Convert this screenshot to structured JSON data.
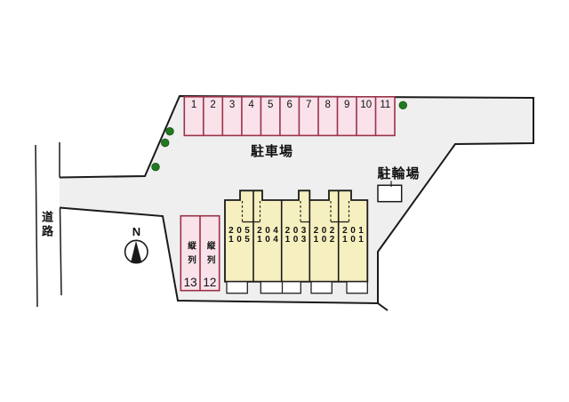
{
  "site_plan": {
    "road": {
      "label": "道路"
    },
    "compass": {
      "label": "N"
    },
    "parking_lot": {
      "label": "駐車場",
      "stalls": [
        "1",
        "2",
        "3",
        "4",
        "5",
        "6",
        "7",
        "8",
        "9",
        "10",
        "11"
      ],
      "tandem_stalls": [
        {
          "label": "縦列",
          "number": "13"
        },
        {
          "label": "縦列",
          "number": "12"
        }
      ]
    },
    "bicycle_parking": {
      "label": "駐輪場"
    },
    "building": {
      "units": [
        {
          "upper": "205",
          "lower": "105"
        },
        {
          "upper": "204",
          "lower": "104"
        },
        {
          "upper": "203",
          "lower": "103"
        },
        {
          "upper": "202",
          "lower": "102"
        },
        {
          "upper": "201",
          "lower": "101"
        }
      ]
    },
    "colors": {
      "site_fill": "#efefef",
      "stall_fill": "#f9e2ea",
      "stall_border": "#993247",
      "building_fill": "#f6efbf",
      "tree_green": "#217a21",
      "line_black": "#1a1a1a"
    }
  }
}
